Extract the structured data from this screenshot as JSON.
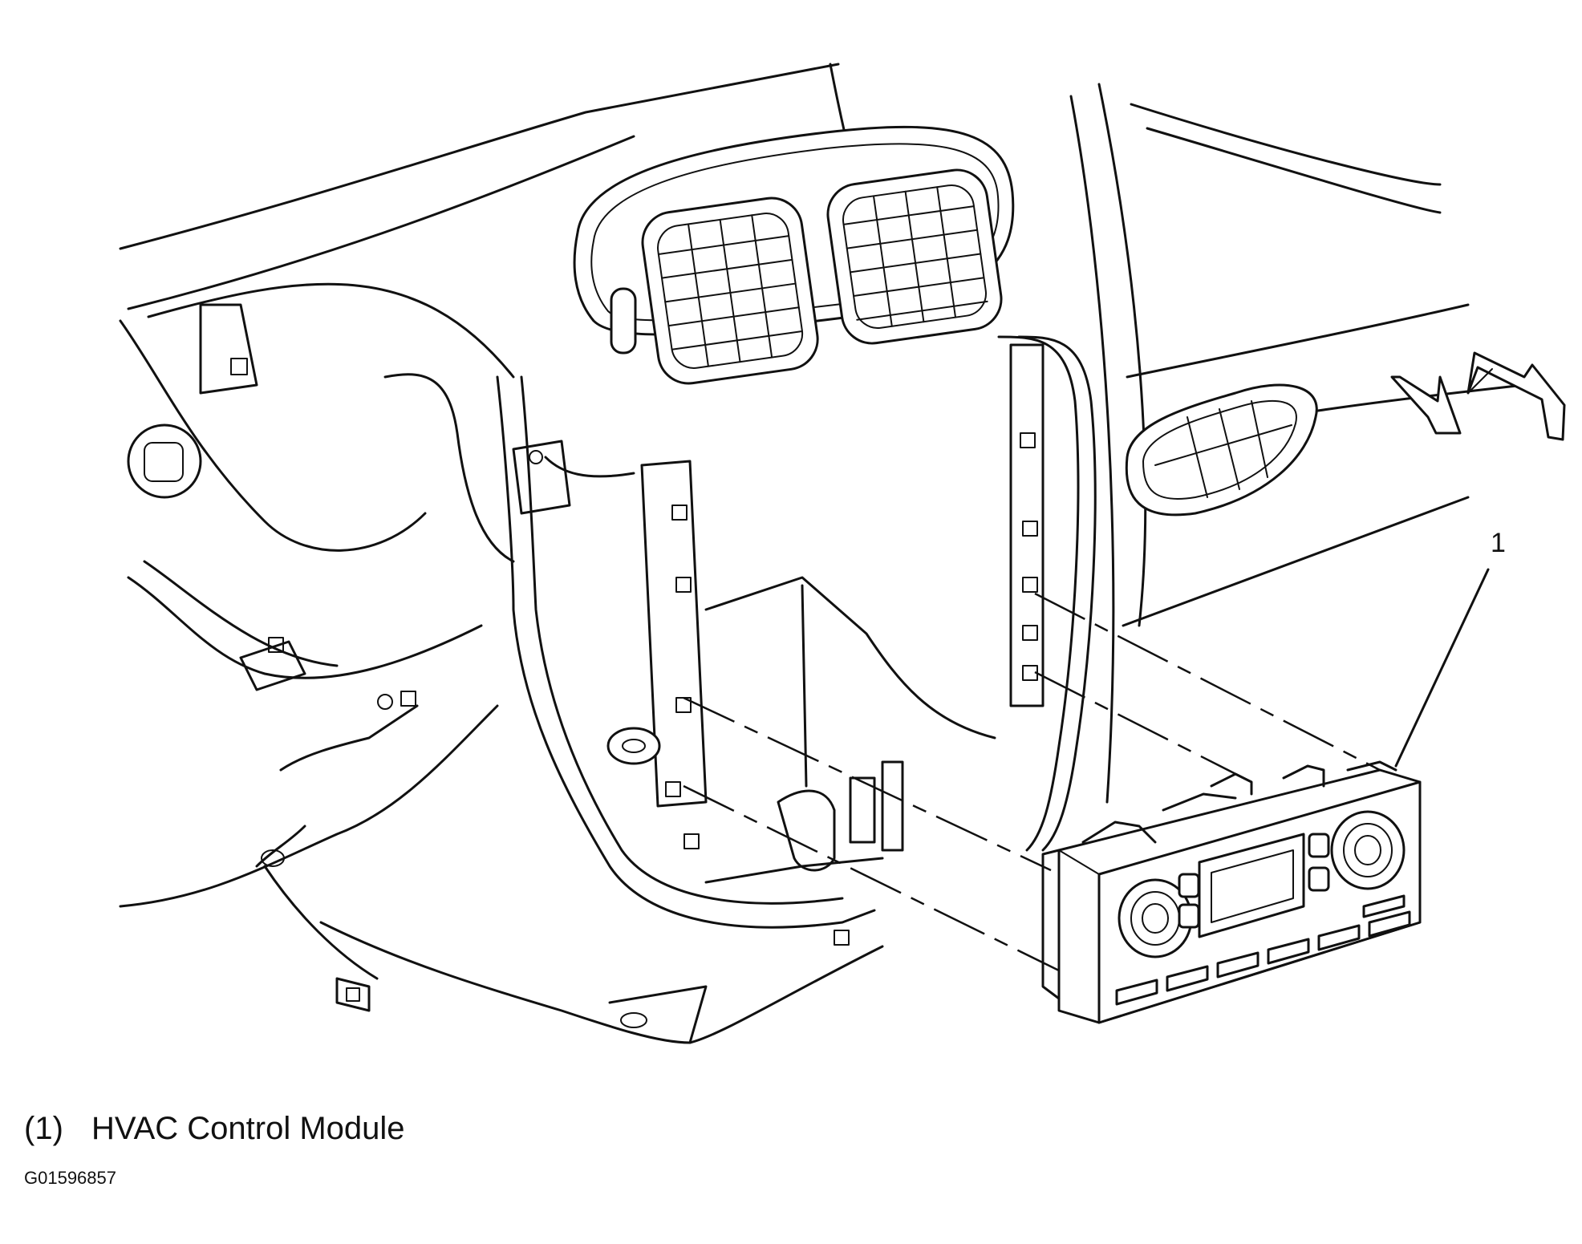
{
  "figure": {
    "callout": {
      "number": "1"
    },
    "legend": [
      {
        "number": "(1)",
        "label": "HVAC Control Module"
      }
    ],
    "figure_id": "G01596857"
  }
}
